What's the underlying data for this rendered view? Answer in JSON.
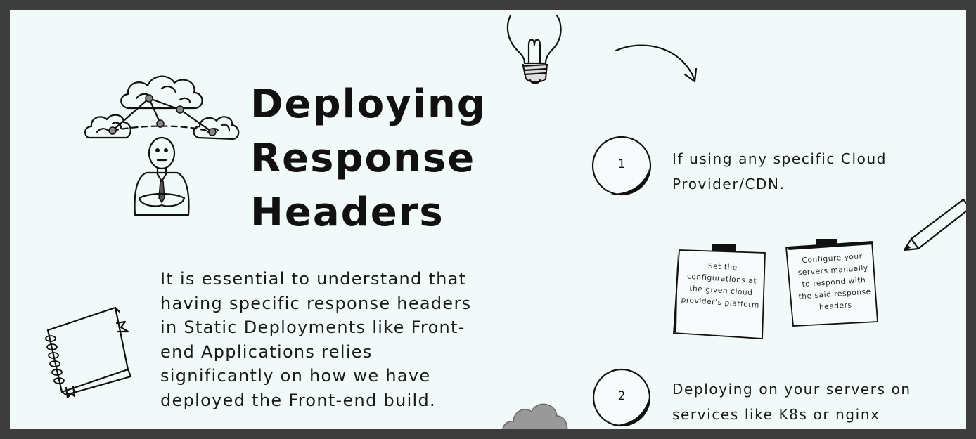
{
  "title": {
    "line1": "Deploying",
    "line2": "Response",
    "line3": "Headers"
  },
  "intro": "It is essential to understand that having specific response headers in Static Deployments like Front-end Applications relies significantly on how we have deployed the Front-end build.",
  "steps": [
    {
      "number": "1",
      "text": "If using any specific Cloud Provider/CDN."
    },
    {
      "number": "2",
      "text": "Deploying on your servers on services like K8s or nginx"
    }
  ],
  "notes": [
    {
      "text": "Set the configurations at the given cloud provider's platform"
    },
    {
      "text": "Configure your servers manually to respond with the said response headers"
    }
  ],
  "icons": [
    "cloud-network-person-illustration",
    "lightbulb-icon",
    "curved-arrow-icon",
    "pencil-icon",
    "notebook-icon",
    "cloud-icon"
  ]
}
